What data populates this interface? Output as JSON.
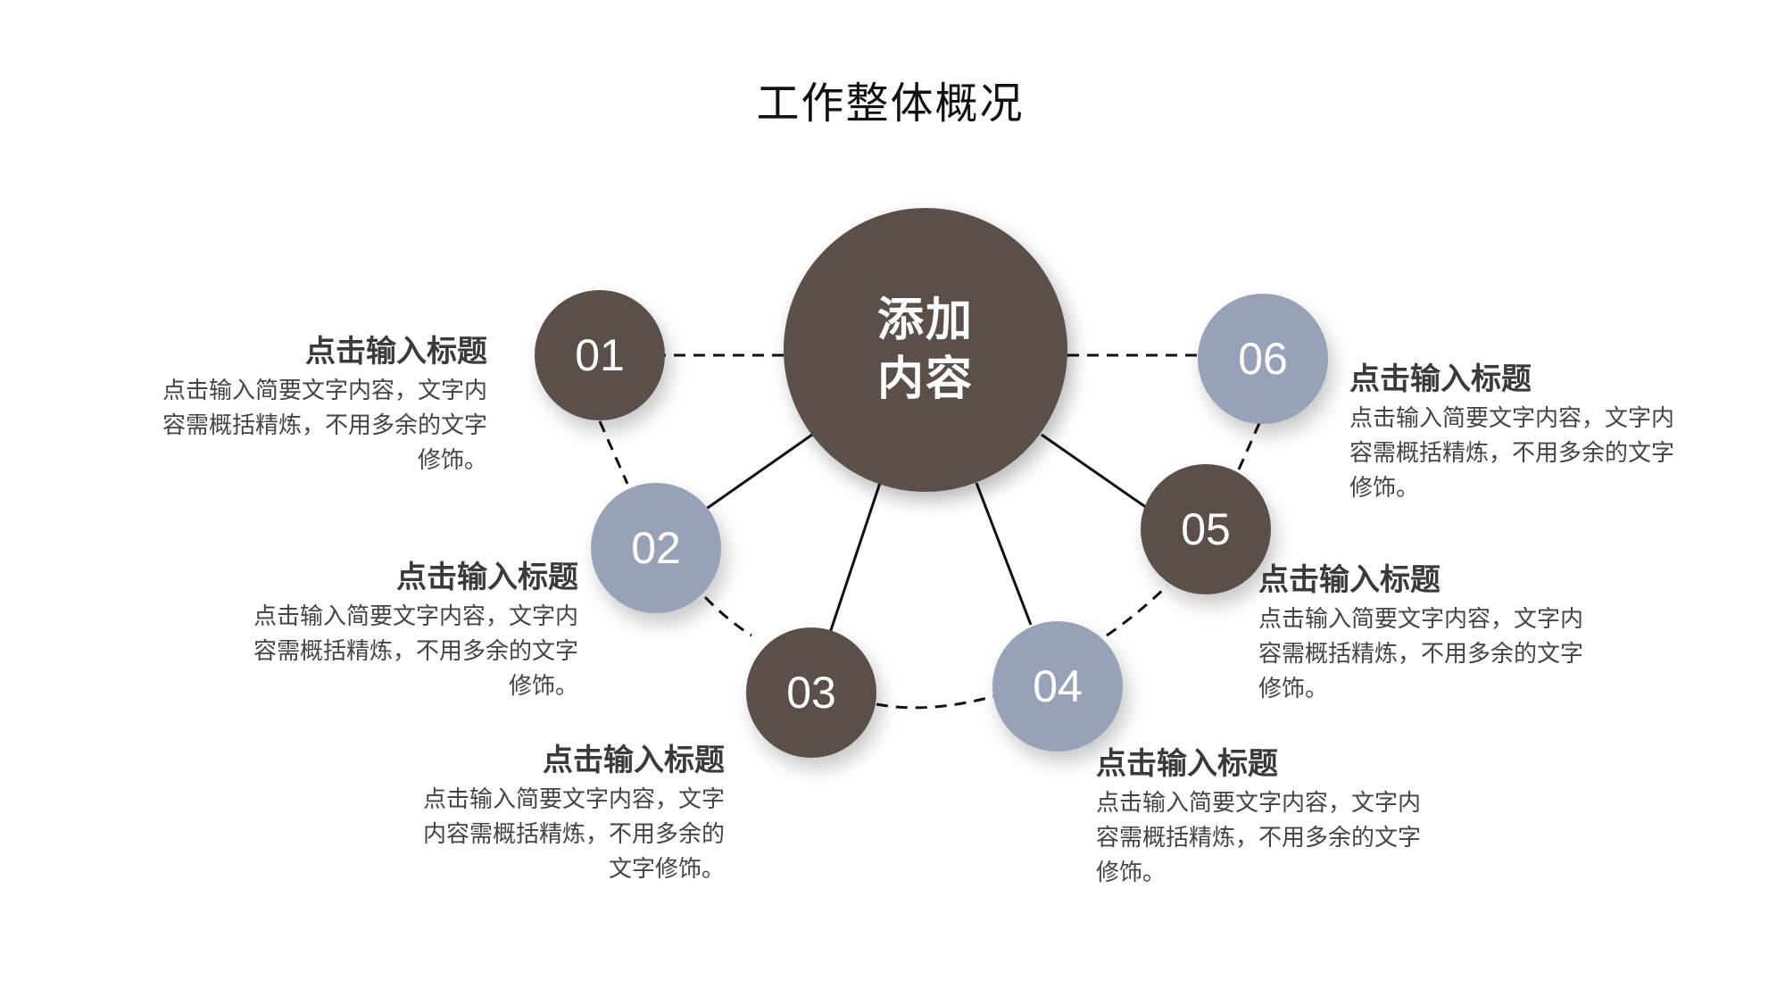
{
  "title": "工作整体概况",
  "center": {
    "label": "添加内容"
  },
  "nodes": [
    {
      "number": "01",
      "tone": "dark"
    },
    {
      "number": "02",
      "tone": "light"
    },
    {
      "number": "03",
      "tone": "dark"
    },
    {
      "number": "04",
      "tone": "light"
    },
    {
      "number": "05",
      "tone": "dark"
    },
    {
      "number": "06",
      "tone": "light"
    }
  ],
  "items": [
    {
      "title": "点击输入标题",
      "description": "点击输入简要文字内容，文字内容需概括精炼，不用多余的文字修饰。"
    },
    {
      "title": "点击输入标题",
      "description": "点击输入简要文字内容，文字内容需概括精炼，不用多余的文字修饰。"
    },
    {
      "title": "点击输入标题",
      "description": "点击输入简要文字内容，文字内容需概括精炼，不用多余的文字修饰。"
    },
    {
      "title": "点击输入标题",
      "description": "点击输入简要文字内容，文字内容需概括精炼，不用多余的文字修饰。"
    },
    {
      "title": "点击输入标题",
      "description": "点击输入简要文字内容，文字内容需概括精炼，不用多余的文字修饰。"
    },
    {
      "title": "点击输入标题",
      "description": "点击输入简要文字内容，文字内容需概括精炼，不用多余的文字修饰。"
    }
  ],
  "colors": {
    "dark": "#5a4f4b",
    "light": "#97a2b8",
    "connector": "#111111"
  }
}
